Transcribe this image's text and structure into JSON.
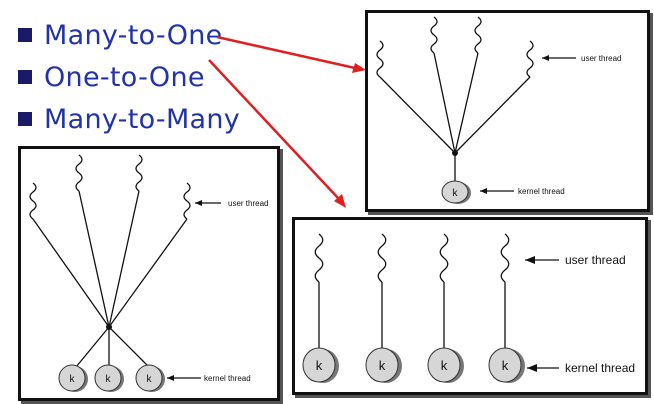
{
  "bullets": [
    "Many-to-One",
    "One-to-One",
    "Many-to-Many"
  ],
  "panels": {
    "many_to_one": {
      "user_label": "user thread",
      "kernel_label": "kernel thread",
      "k": "k"
    },
    "many_to_many": {
      "user_label": "user thread",
      "kernel_label": "kernel thread",
      "k": [
        "k",
        "k",
        "k"
      ]
    },
    "one_to_one": {
      "user_label": "user thread",
      "kernel_label": "kernel thread",
      "k": [
        "k",
        "k",
        "k",
        "k"
      ]
    }
  },
  "colors": {
    "accent_arrow": "#e02020",
    "bullet_text": "#2233aa",
    "bullet_square": "#1a1a66"
  }
}
